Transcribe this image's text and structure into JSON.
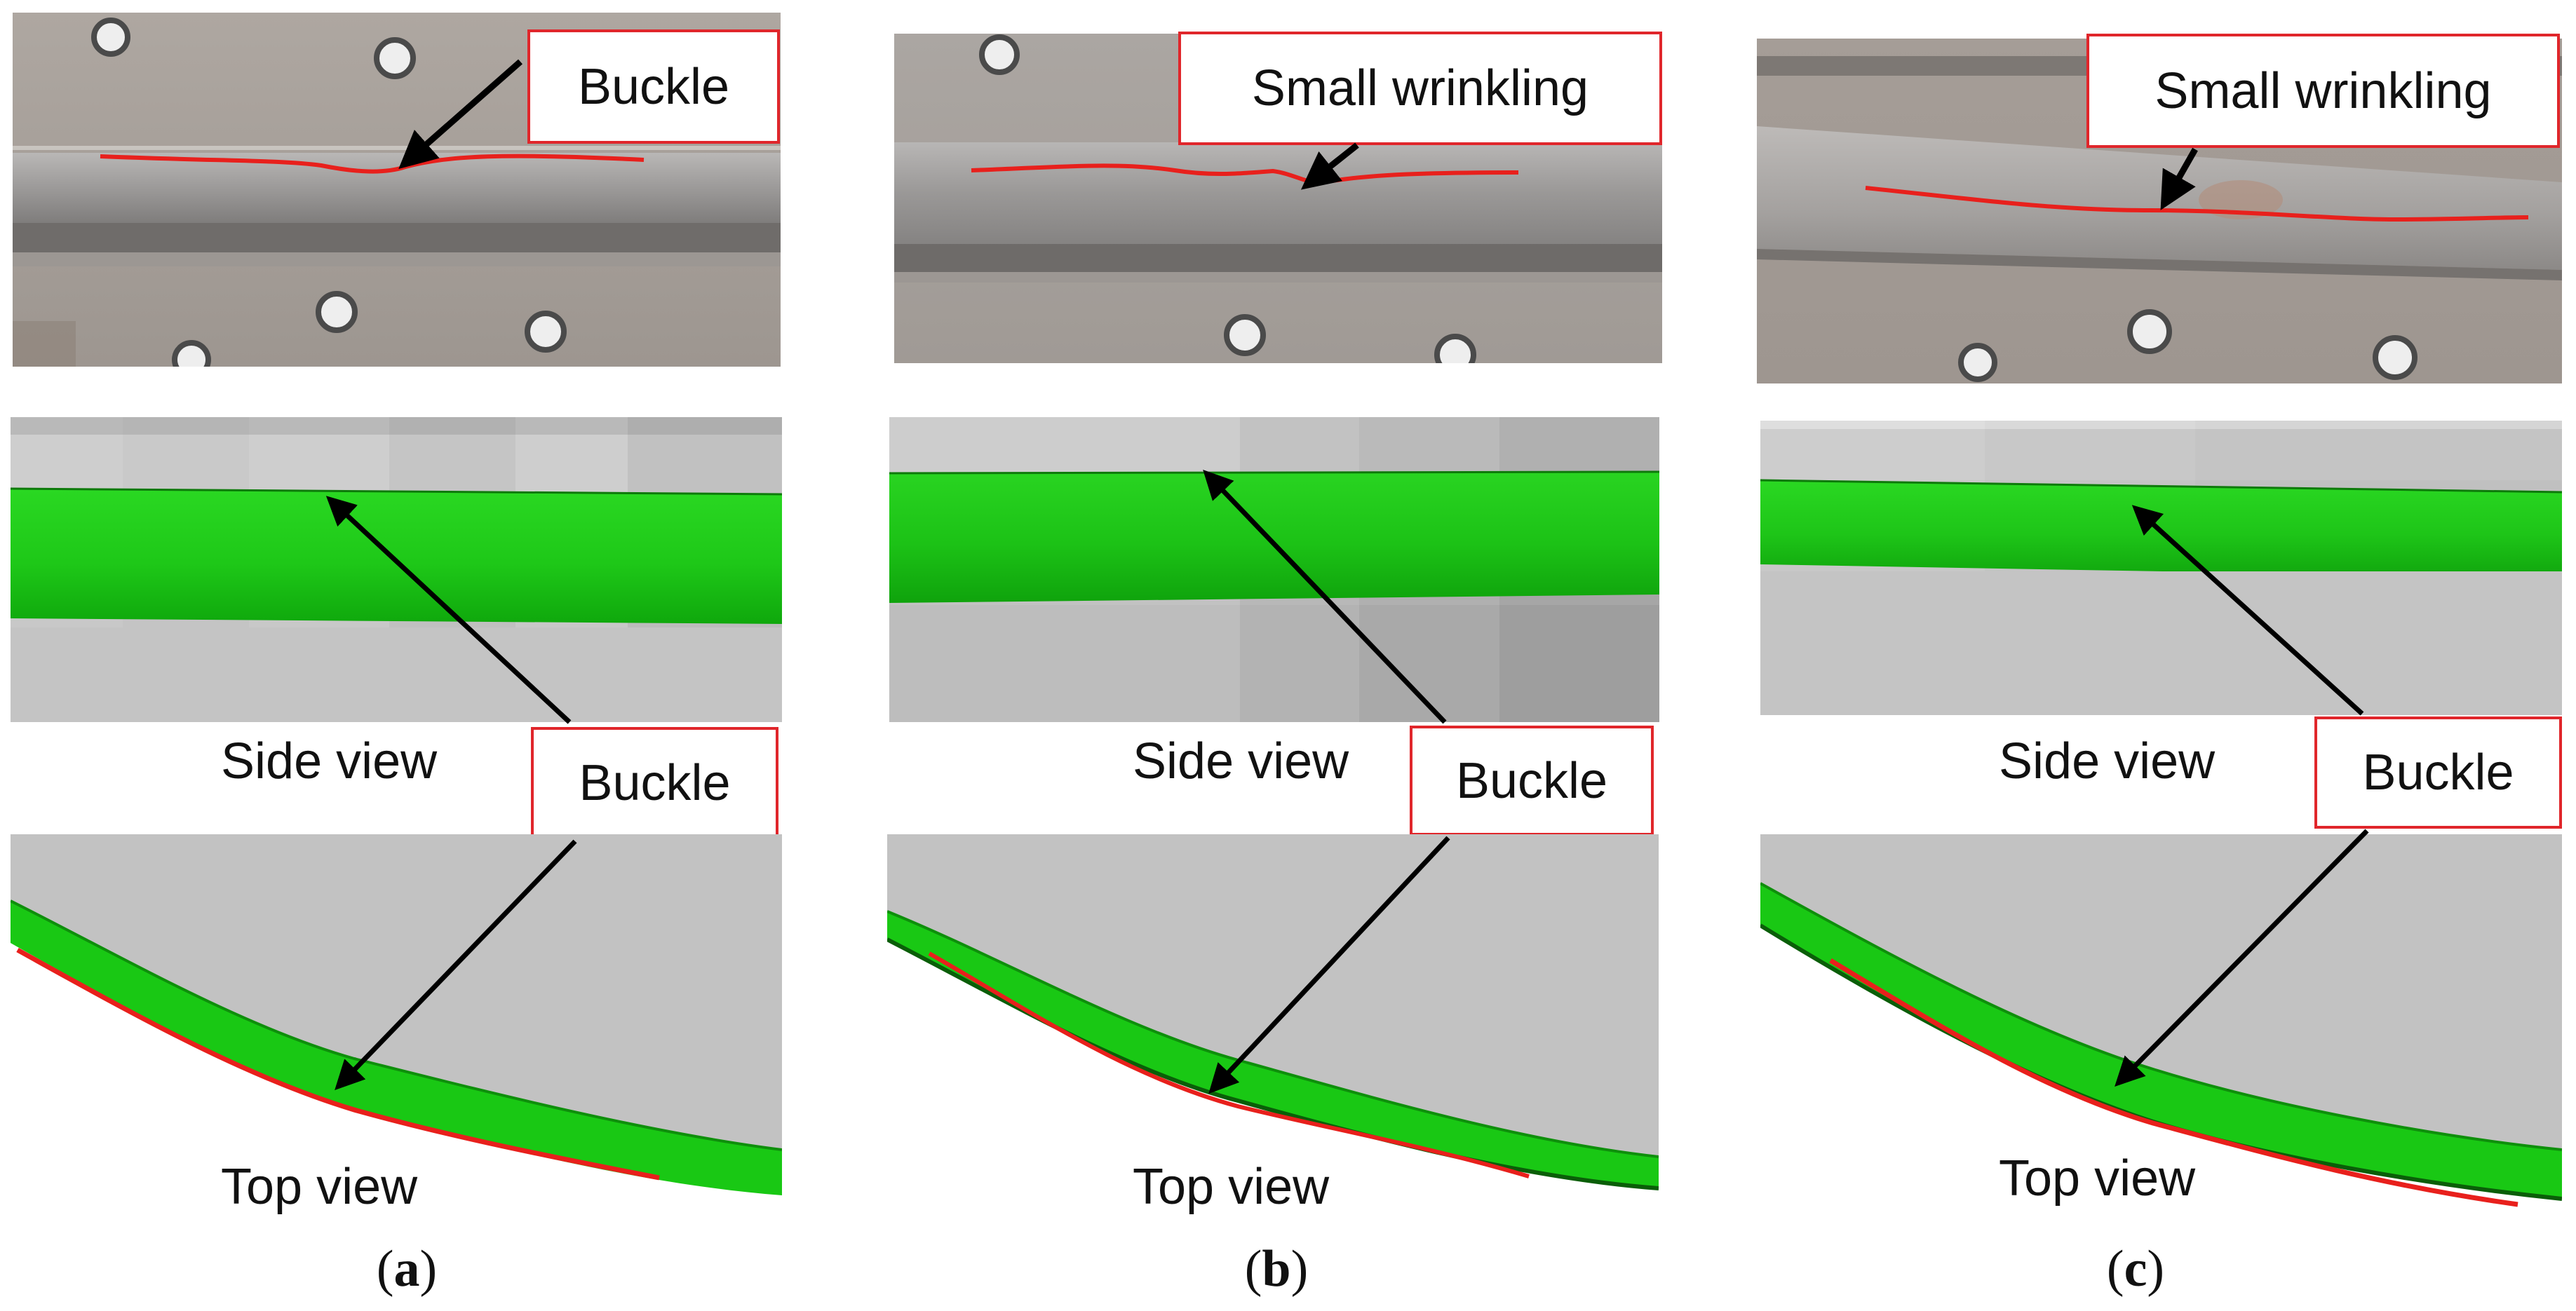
{
  "figure": {
    "colors": {
      "metal": "#a9a4a0",
      "defect_line": "#e8201c",
      "fe_green": "#19c814",
      "fe_grey": "#c2c2c2",
      "callout_border": "#e0262b",
      "arrow": "#000000"
    },
    "columns": [
      {
        "id": "a",
        "label_open": "(",
        "label_letter": "a",
        "label_close": ")",
        "photo_callout": "Buckle",
        "side_callout": "Buckle",
        "side_caption": "Side view",
        "top_caption": "Top view"
      },
      {
        "id": "b",
        "label_open": "(",
        "label_letter": "b",
        "label_close": ")",
        "photo_callout": "Small wrinkling",
        "side_callout": "Buckle",
        "side_caption": "Side view",
        "top_caption": "Top view"
      },
      {
        "id": "c",
        "label_open": "(",
        "label_letter": "c",
        "label_close": ")",
        "photo_callout": "Small wrinkling",
        "side_callout": "Buckle",
        "side_caption": "Side view",
        "top_caption": "Top view"
      }
    ]
  }
}
